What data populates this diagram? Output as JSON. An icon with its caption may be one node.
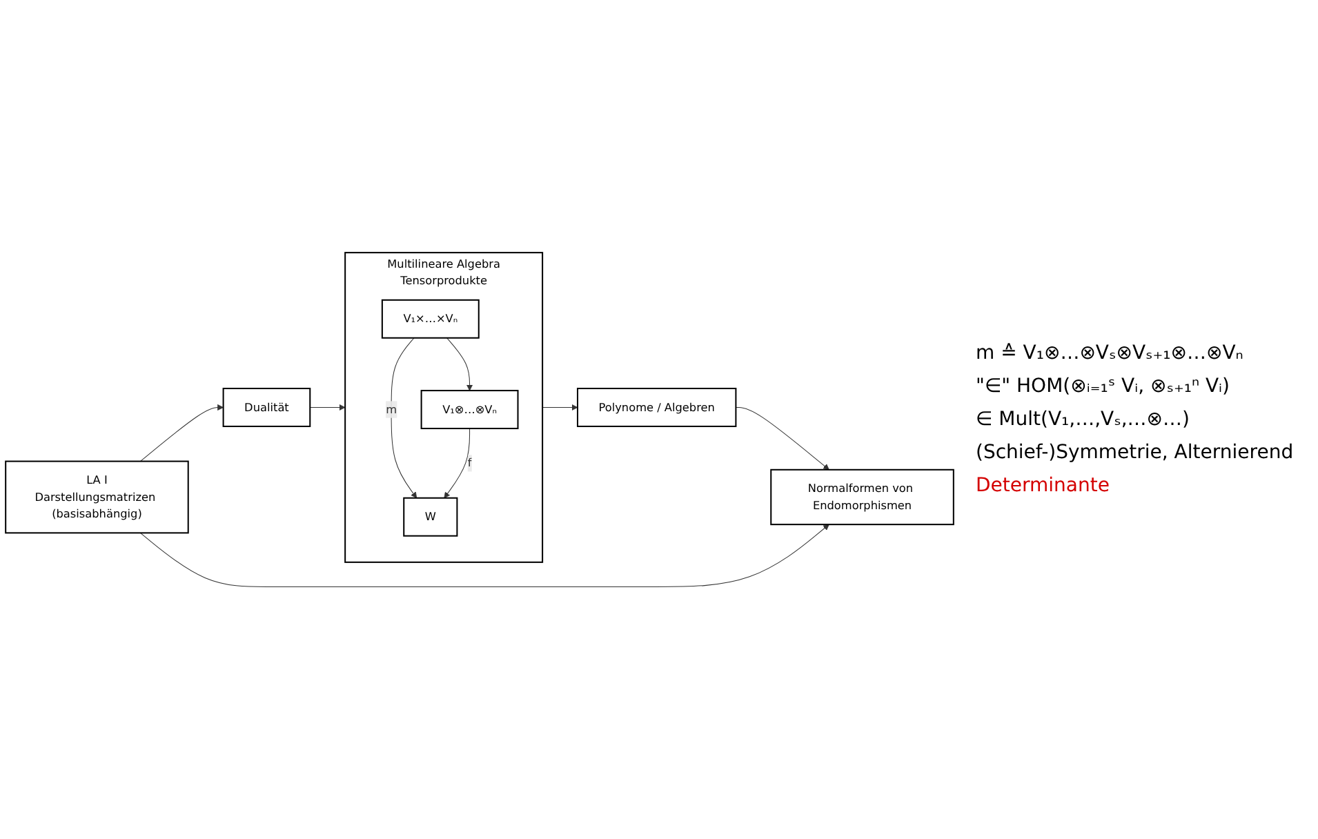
{
  "diagram": {
    "nodes": [
      {
        "text": [
          "LA I",
          "Darstellungsmatrizen (basisabhängig)"
        ]
      },
      {
        "text": [
          "Dualität"
        ]
      },
      {
        "text": [
          "Multilineare Algebra",
          "Tensorprodukte"
        ]
      },
      {
        "text": [
          "V₁×…×Vₙ"
        ],
        "in": 2
      },
      {
        "text": [
          "V₁⊗…⊗Vₙ"
        ],
        "in": 2
      },
      {
        "text": [
          "W"
        ],
        "in": 2
      },
      {
        "text": [
          "Polynome / Algebren"
        ]
      },
      {
        "text": [
          "Normalformen von Endomorphismen"
        ]
      }
    ],
    "edges": [
      {
        "from": 0,
        "to": 1,
        "arrow": "to"
      },
      {
        "from": 1,
        "to": 2,
        "arrow": "to"
      },
      {
        "from": 3,
        "to": 4,
        "arrow": "to"
      },
      {
        "from": 3,
        "to": 5,
        "label": "m",
        "arrow": "to"
      },
      {
        "from": 4,
        "to": 5,
        "label": "f",
        "arrow": "to"
      },
      {
        "from": 2,
        "to": 6,
        "arrow": "to"
      },
      {
        "from": 6,
        "to": 7,
        "arrow": "to"
      },
      {
        "from": 0,
        "to": 7,
        "arrow": "to"
      }
    ],
    "labels": [
      "m ≙ V₁⊗…⊗Vₛ⊗Vₛ₊₁⊗…⊗Vₙ",
      "\"∈\" HOM(⊗ᵢ₌₁ˢ Vᵢ, ⊗ₛ₊₁ⁿ Vᵢ)",
      "∈ Mult(V₁,…,Vₛ,…⊗…)",
      "(Schief-)Symmetrie, Alternierend",
      "Determinante"
    ]
  }
}
